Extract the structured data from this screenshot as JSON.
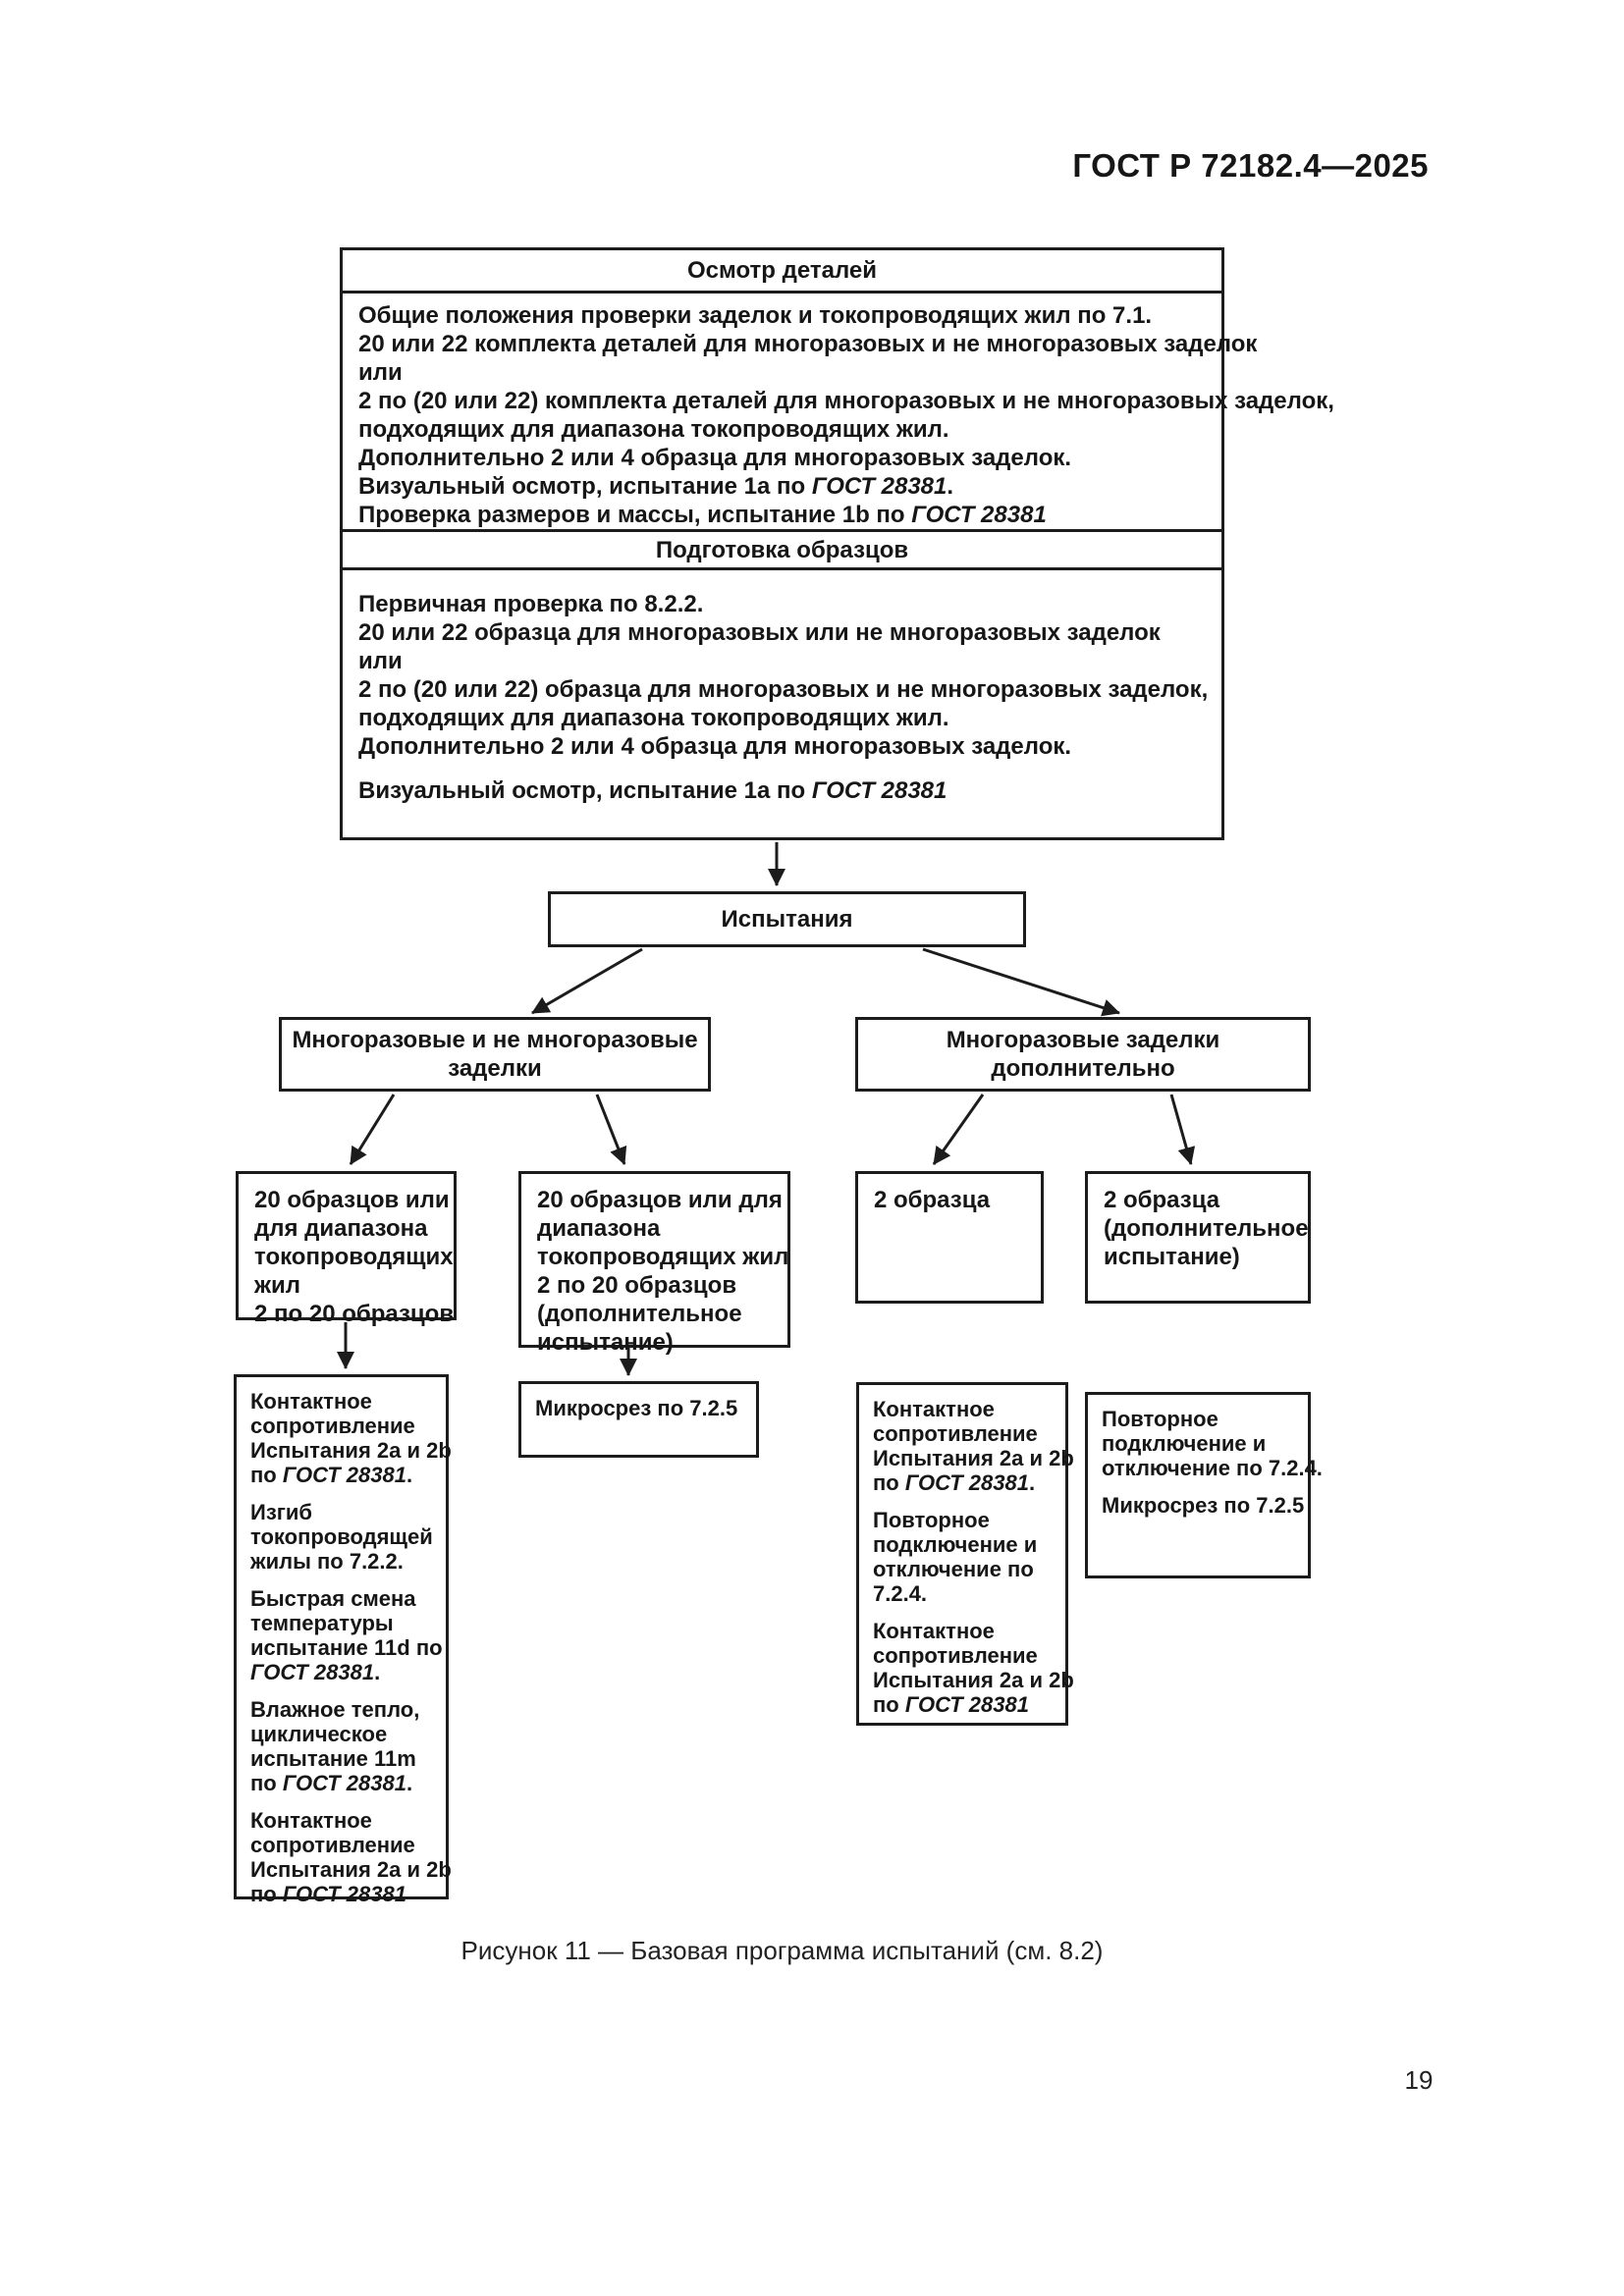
{
  "page": {
    "header": "ГОСТ Р 72182.4—2025",
    "caption": "Рисунок 11 — Базовая программа испытаний (см. 8.2)",
    "page_number": "19"
  },
  "flowchart": {
    "inspection": {
      "title": "Осмотр деталей",
      "lines": [
        "Общие положения проверки заделок и токопроводящих жил по 7.1.",
        "20 или 22 комплекта деталей для многоразовых и не многоразовых заделок",
        "или",
        "2 по (20 или 22) комплекта деталей для многоразовых и не многоразовых заделок,",
        "подходящих для диапазона токопроводящих жил.",
        "Дополнительно 2 или 4 образца для многоразовых заделок.",
        [
          "Визуальный осмотр, испытание 1a по ",
          {
            "i": "ГОСТ 28381"
          },
          "."
        ],
        [
          "Проверка размеров и массы, испытание 1b по ",
          {
            "i": "ГОСТ 28381"
          }
        ]
      ]
    },
    "preparation": {
      "title": "Подготовка образцов",
      "lines": [
        "Первичная проверка по 8.2.2.",
        "20 или 22 образца для многоразовых или не многоразовых заделок",
        "или",
        "2 по (20 или 22) образца для многоразовых и не многоразовых заделок,",
        "подходящих для диапазона токопроводящих жил.",
        "Дополнительно 2 или 4 образца для многоразовых заделок.",
        "",
        [
          "Визуальный осмотр, испытание 1a по ",
          {
            "i": "ГОСТ 28381"
          }
        ]
      ]
    },
    "tests": {
      "label": "Испытания"
    },
    "branch_left": {
      "lines": [
        "Многоразовые и не многоразовые",
        "заделки"
      ]
    },
    "branch_right": {
      "lines": [
        "Многоразовые заделки",
        "дополнительно"
      ]
    },
    "samples": {
      "s1": {
        "lines": [
          "20 образцов или",
          "для диапазона",
          "токопроводящих",
          "жил",
          "2 по 20 образцов"
        ]
      },
      "s2": {
        "lines": [
          "20 образцов или для",
          "диапазона",
          "токопроводящих жил",
          "2 по 20 образцов",
          "(дополнительное",
          "испытание)"
        ]
      },
      "s3": {
        "lines": [
          "2 образца"
        ]
      },
      "s4": {
        "lines": [
          "2 образца",
          "(дополнительное",
          "испытание)"
        ]
      }
    },
    "tests_detail": {
      "t1": {
        "lines": [
          "Контактное",
          "сопротивление",
          "Испытания 2a и 2b",
          [
            "по ",
            {
              "i": "ГОСТ 28381"
            },
            "."
          ],
          "",
          "Изгиб",
          "токопроводящей",
          "жилы по 7.2.2.",
          "",
          "Быстрая смена",
          "температуры",
          "испытание 11d по",
          [
            {
              "i": "ГОСТ 28381"
            },
            "."
          ],
          "",
          "Влажное тепло,",
          "циклическое",
          "испытание 11m",
          [
            "по ",
            {
              "i": "ГОСТ 28381"
            },
            "."
          ],
          "",
          "Контактное",
          "сопротивление",
          "Испытания 2a и 2b",
          [
            "по ",
            {
              "i": "ГОСТ 28381"
            }
          ]
        ]
      },
      "t2": {
        "lines": [
          "Микросрез по 7.2.5"
        ]
      },
      "t3": {
        "lines": [
          "Контактное",
          "сопротивление",
          "Испытания 2a и 2b",
          [
            "по ",
            {
              "i": "ГОСТ 28381"
            },
            "."
          ],
          "",
          "Повторное",
          "подключение и",
          "отключение по",
          "7.2.4.",
          "",
          "Контактное",
          "сопротивление",
          "Испытания 2a и 2b",
          [
            "по ",
            {
              "i": "ГОСТ 28381"
            }
          ]
        ]
      },
      "t4": {
        "lines": [
          "Повторное",
          "подключение и",
          "отключение по 7.2.4.",
          "",
          "Микросрез по 7.2.5"
        ]
      }
    }
  }
}
